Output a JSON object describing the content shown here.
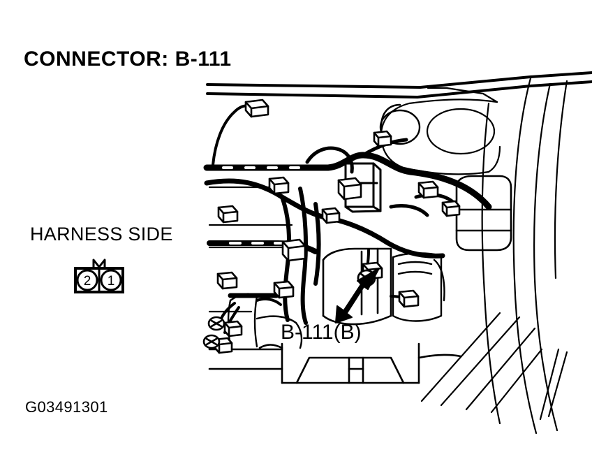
{
  "document": {
    "title": "CONNECTOR: B-111",
    "figure_id": "G03491301",
    "background_color": "#ffffff",
    "line_color": "#000000"
  },
  "harness_view": {
    "label": "HARNESS SIDE",
    "connector_type": "2-pin",
    "pins": [
      {
        "number": "2",
        "position": "left"
      },
      {
        "number": "1",
        "position": "right"
      }
    ]
  },
  "illustration": {
    "callout_label": "B-111(B)",
    "pointer": "arrow-pointing-up-right",
    "subject": "engine-compartment-wiring-harness"
  }
}
